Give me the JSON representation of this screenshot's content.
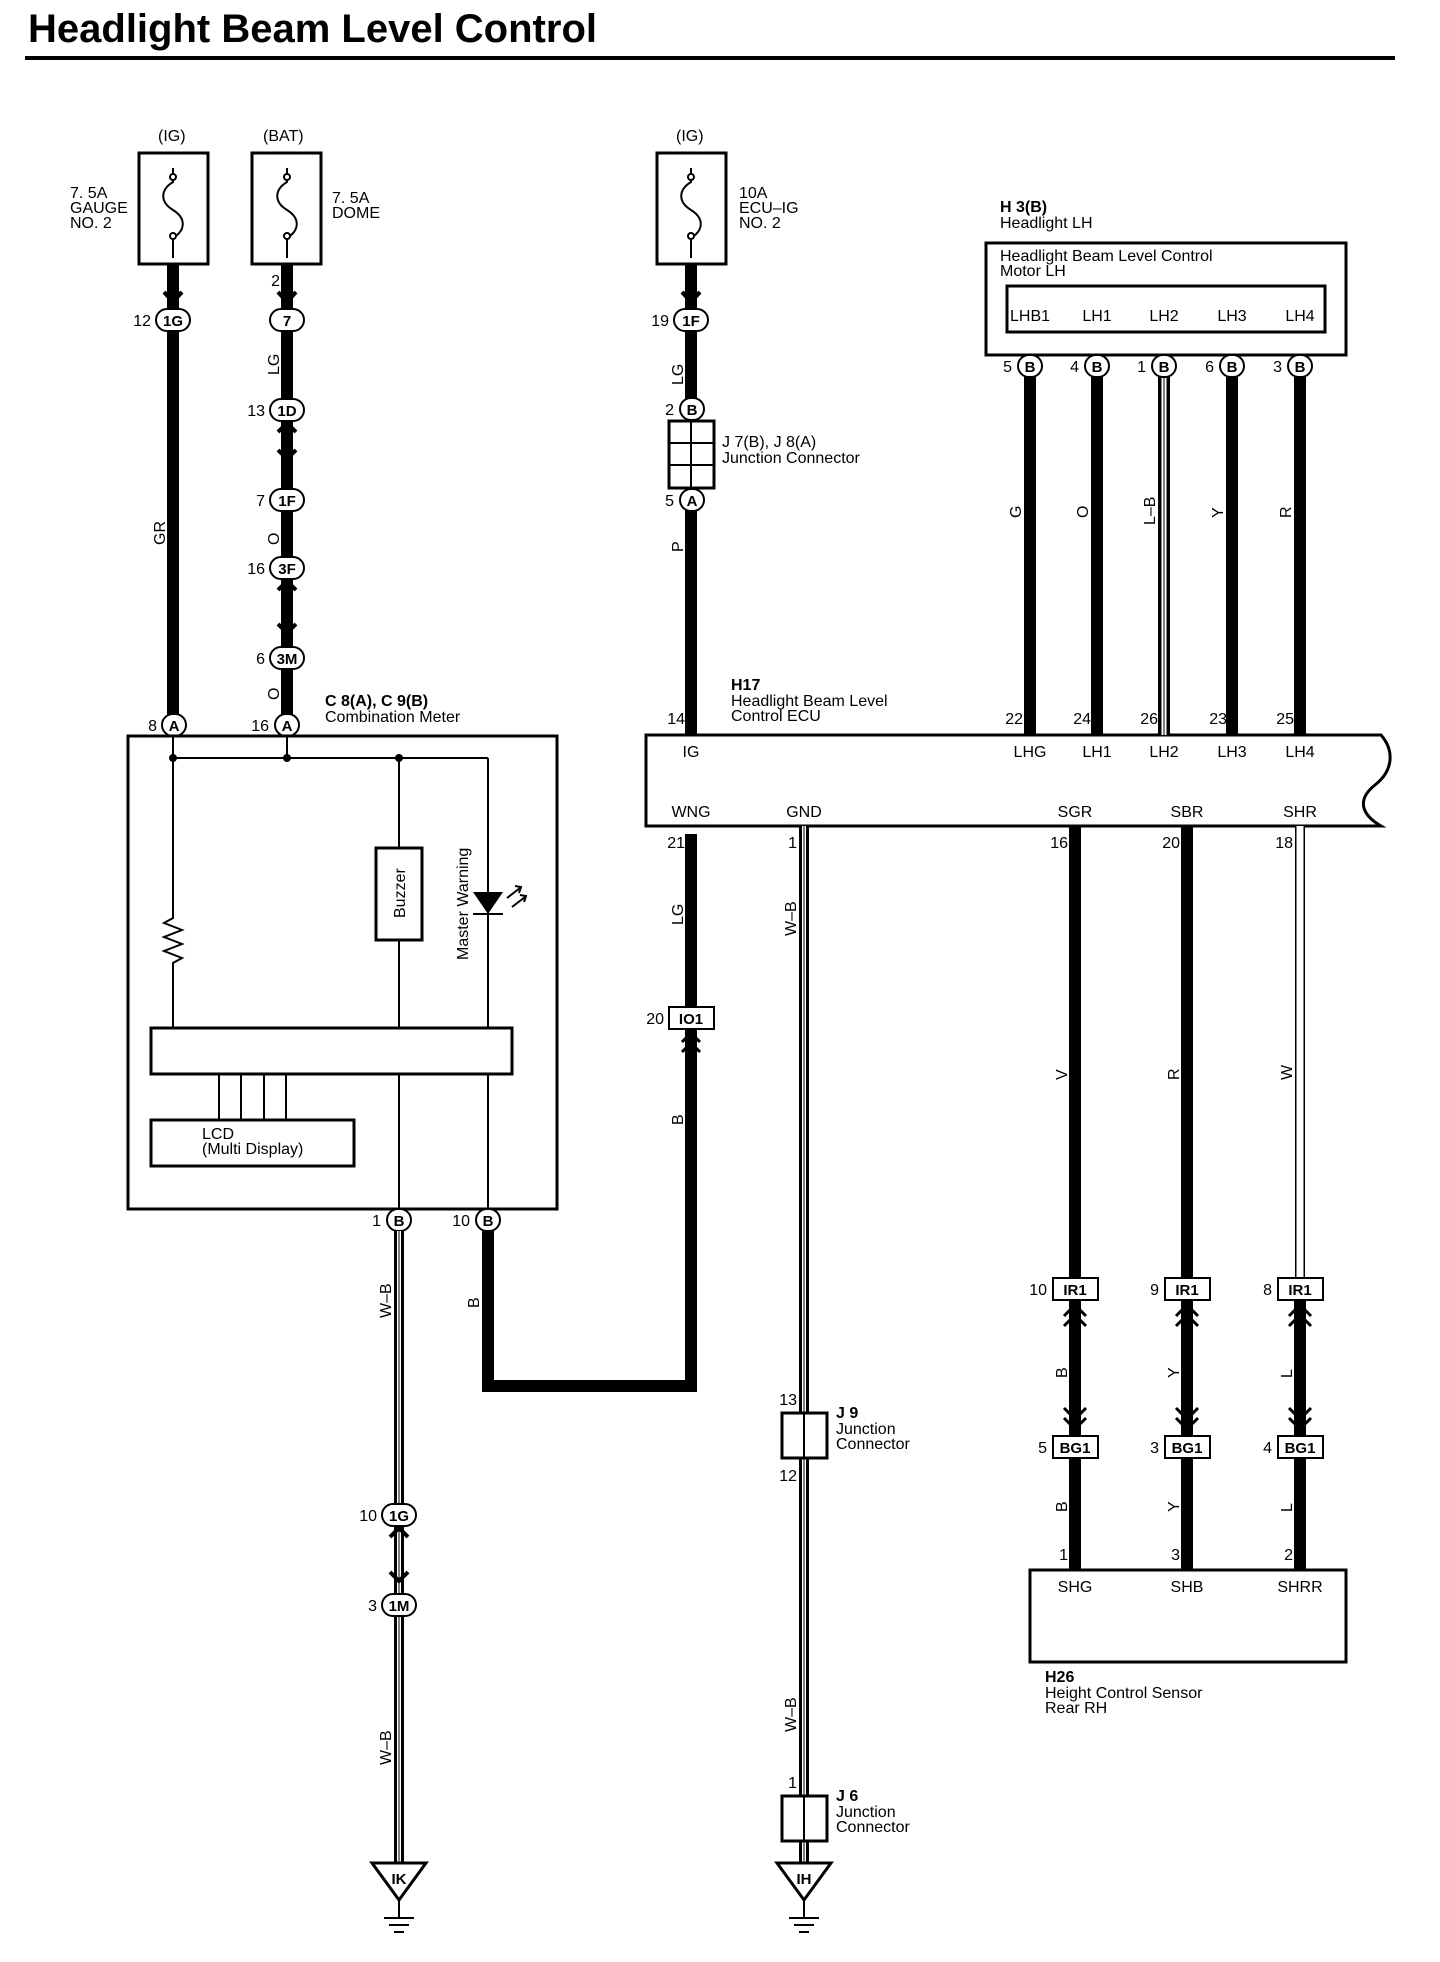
{
  "title": "Headlight Beam Level Control",
  "fuses": {
    "gauge": {
      "source": "(IG)",
      "label": "7. 5A\nGAUGE\nNO. 2"
    },
    "dome": {
      "source": "(BAT)",
      "label": "7. 5A\nDOME"
    },
    "ecu_ig": {
      "source": "(IG)",
      "label": "10A\nECU–IG\nNO. 2"
    }
  },
  "connectors": {
    "c1G": "1G",
    "c7": "7",
    "c1D": "1D",
    "c1F_left": "1F",
    "c3F": "3F",
    "c3M": "3M",
    "c1F_right": "1F",
    "cB_j": "B",
    "cA_j": "A",
    "cA_meter_8": "A",
    "cA_meter_16": "A",
    "cB_meter_1": "B",
    "cB_meter_10": "B",
    "cIO1": "IO1",
    "c1G_low": "1G",
    "c1M": "1M",
    "cIR1_10": "IR1",
    "cIR1_9": "IR1",
    "cIR1_8": "IR1",
    "cBG1_5": "BG1",
    "cBG1_3": "BG1",
    "cBG1_4": "BG1",
    "cB_lh_5": "B",
    "cB_lh_4": "B",
    "cB_lh_1": "B",
    "cB_lh_6": "B",
    "cB_lh_3": "B"
  },
  "pins": {
    "p12": "12",
    "p2": "2",
    "p13": "13",
    "p7": "7",
    "p16": "16",
    "p6": "6",
    "p8": "8",
    "p16b": "16",
    "p19": "19",
    "p2r": "2",
    "p5r": "5",
    "p14": "14",
    "p22": "22",
    "p24": "24",
    "p26": "26",
    "p23": "23",
    "p25": "25",
    "p21": "21",
    "p1gnd": "1",
    "p16s": "16",
    "p20s": "20",
    "p18s": "18",
    "p20io": "20",
    "p1m": "1",
    "p10m": "10",
    "p10g": "10",
    "p3m": "3",
    "p13j": "13",
    "p12j": "12",
    "p1j6": "1",
    "p10ir": "10",
    "p9ir": "9",
    "p8ir": "8",
    "p5bg": "5",
    "p3bg": "3",
    "p4bg": "4",
    "p1h": "1",
    "p3h": "3",
    "p2h": "2",
    "p5lh": "5",
    "p4lh": "4",
    "p1lh": "1",
    "p6lh": "6",
    "p3lh": "3"
  },
  "wire_colors": {
    "gr": "GR",
    "lg1": "LG",
    "o1": "O",
    "o2": "O",
    "lg2": "LG",
    "p": "P",
    "g": "G",
    "o3": "O",
    "lb": "L–B",
    "y": "Y",
    "r": "R",
    "lg3": "LG",
    "b1": "B",
    "wb1": "W–B",
    "b2": "B",
    "wb2": "W–B",
    "wb3": "W–B",
    "wb4": "W–B",
    "v": "V",
    "r2": "R",
    "w": "W",
    "b3": "B",
    "y2": "Y",
    "l1": "L",
    "b4": "B",
    "y3": "Y",
    "l2": "L"
  },
  "components": {
    "meter": {
      "id": "C 8(A), C 9(B)",
      "name": "Combination Meter",
      "buzzer": "Buzzer",
      "warning": "Master Warning",
      "lcd": "LCD\n(Multi Display)"
    },
    "junction1": {
      "id": "J 7(B), J 8(A)",
      "name": "Junction Connector"
    },
    "ecu": {
      "id": "H17",
      "name": "Headlight Beam Level\nControl ECU",
      "top_pins": [
        "IG",
        "LHG",
        "LH1",
        "LH2",
        "LH3",
        "LH4"
      ],
      "bottom_pins": [
        "WNG",
        "GND",
        "SGR",
        "SBR",
        "SHR"
      ]
    },
    "headlight": {
      "id": "H 3(B)",
      "name": "Headlight LH",
      "motor": "Headlight Beam Level Control\nMotor LH",
      "pins": [
        "LHB1",
        "LH1",
        "LH2",
        "LH3",
        "LH4"
      ]
    },
    "j9": {
      "id": "J 9",
      "name": "Junction\nConnector"
    },
    "j6": {
      "id": "J 6",
      "name": "Junction\nConnector"
    },
    "sensor": {
      "id": "H26",
      "name": "Height Control Sensor\nRear RH",
      "pins": [
        "SHG",
        "SHB",
        "SHRR"
      ]
    },
    "grounds": {
      "ik": "IK",
      "ih": "IH"
    }
  }
}
